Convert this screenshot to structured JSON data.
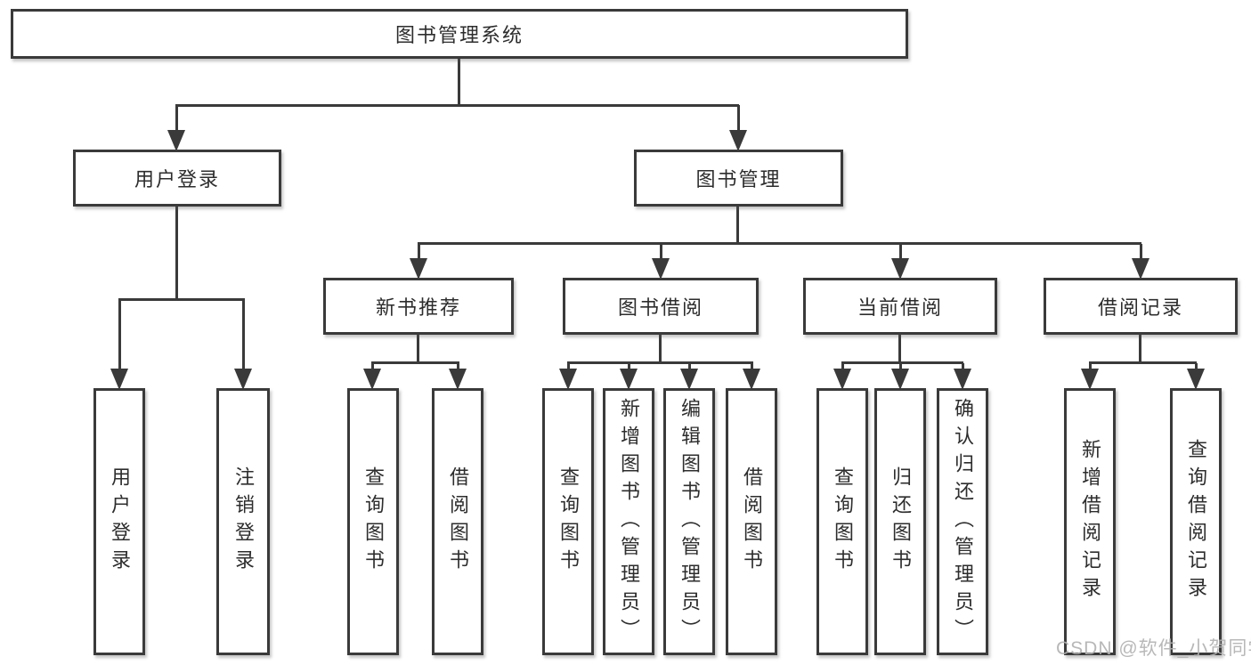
{
  "watermark": "CSDN @软件_小贺同学",
  "colors": {
    "line": "#3a3a3a",
    "node_border": "#3a3a3a",
    "node_fill": "#ffffff",
    "text": "#2d2d2d",
    "background": "#ffffff",
    "watermark": "#b2b2b2"
  },
  "tree": {
    "root": {
      "label": "图书管理系统"
    },
    "user_branch": {
      "label": "用户登录",
      "children": [
        {
          "label": "用户登录"
        },
        {
          "label": "注销登录"
        }
      ]
    },
    "book_branch": {
      "label": "图书管理",
      "sections": [
        {
          "label": "新书推荐",
          "children": [
            {
              "label": "查询图书"
            },
            {
              "label": "借阅图书"
            }
          ]
        },
        {
          "label": "图书借阅",
          "children": [
            {
              "label": "查询图书"
            },
            {
              "label": "新增图书（管理员）"
            },
            {
              "label": "编辑图书（管理员）"
            },
            {
              "label": "借阅图书"
            }
          ]
        },
        {
          "label": "当前借阅",
          "children": [
            {
              "label": "查询图书"
            },
            {
              "label": "归还图书"
            },
            {
              "label": "确认归还（管理员）"
            }
          ]
        },
        {
          "label": "借阅记录",
          "children": [
            {
              "label": "新增借阅记录"
            },
            {
              "label": "查询借阅记录"
            }
          ]
        }
      ]
    }
  }
}
